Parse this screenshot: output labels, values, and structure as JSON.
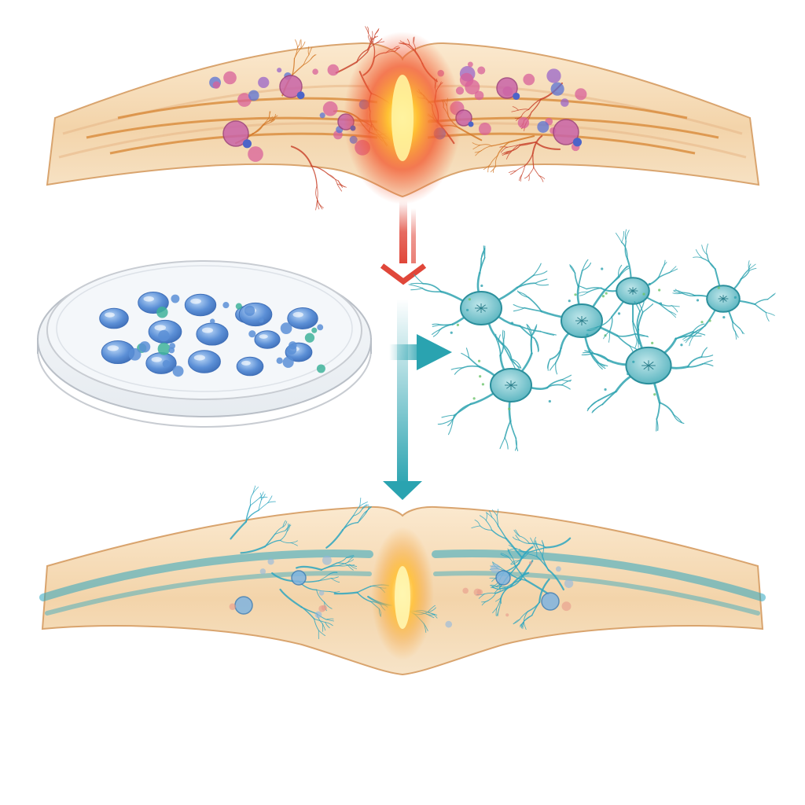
{
  "diagram": {
    "panels": [
      {
        "id": "injured-tissue",
        "state": "inflamed"
      },
      {
        "id": "culture-dish",
        "state": "cultured-cells"
      },
      {
        "id": "differentiated-cells",
        "state": "neural-like-cells"
      },
      {
        "id": "regenerated-tissue",
        "state": "repaired"
      }
    ],
    "arrows": [
      {
        "from": "injured-tissue",
        "to": "culture-dish",
        "color": "#e0473a"
      },
      {
        "from": "culture-dish",
        "to": "differentiated-cells",
        "color": "#2aa3b0"
      },
      {
        "from": "culture-dish",
        "to": "regenerated-tissue",
        "color": "#2aa3b0"
      }
    ],
    "colors": {
      "tissue": "#f3d9b3",
      "tissue_edge": "#d9a46e",
      "inflammation": "#f2572e",
      "inflammation_core": "#ffd24a",
      "cell_blue": "#5b8fd6",
      "neural_teal": "#2fa3b0",
      "regrowth_teal": "#2ea6bf",
      "dish_rim": "#c8ccd2"
    },
    "icons": [
      "arrow-down-icon",
      "arrow-right-icon",
      "petri-dish-icon",
      "neuron-icon"
    ]
  }
}
